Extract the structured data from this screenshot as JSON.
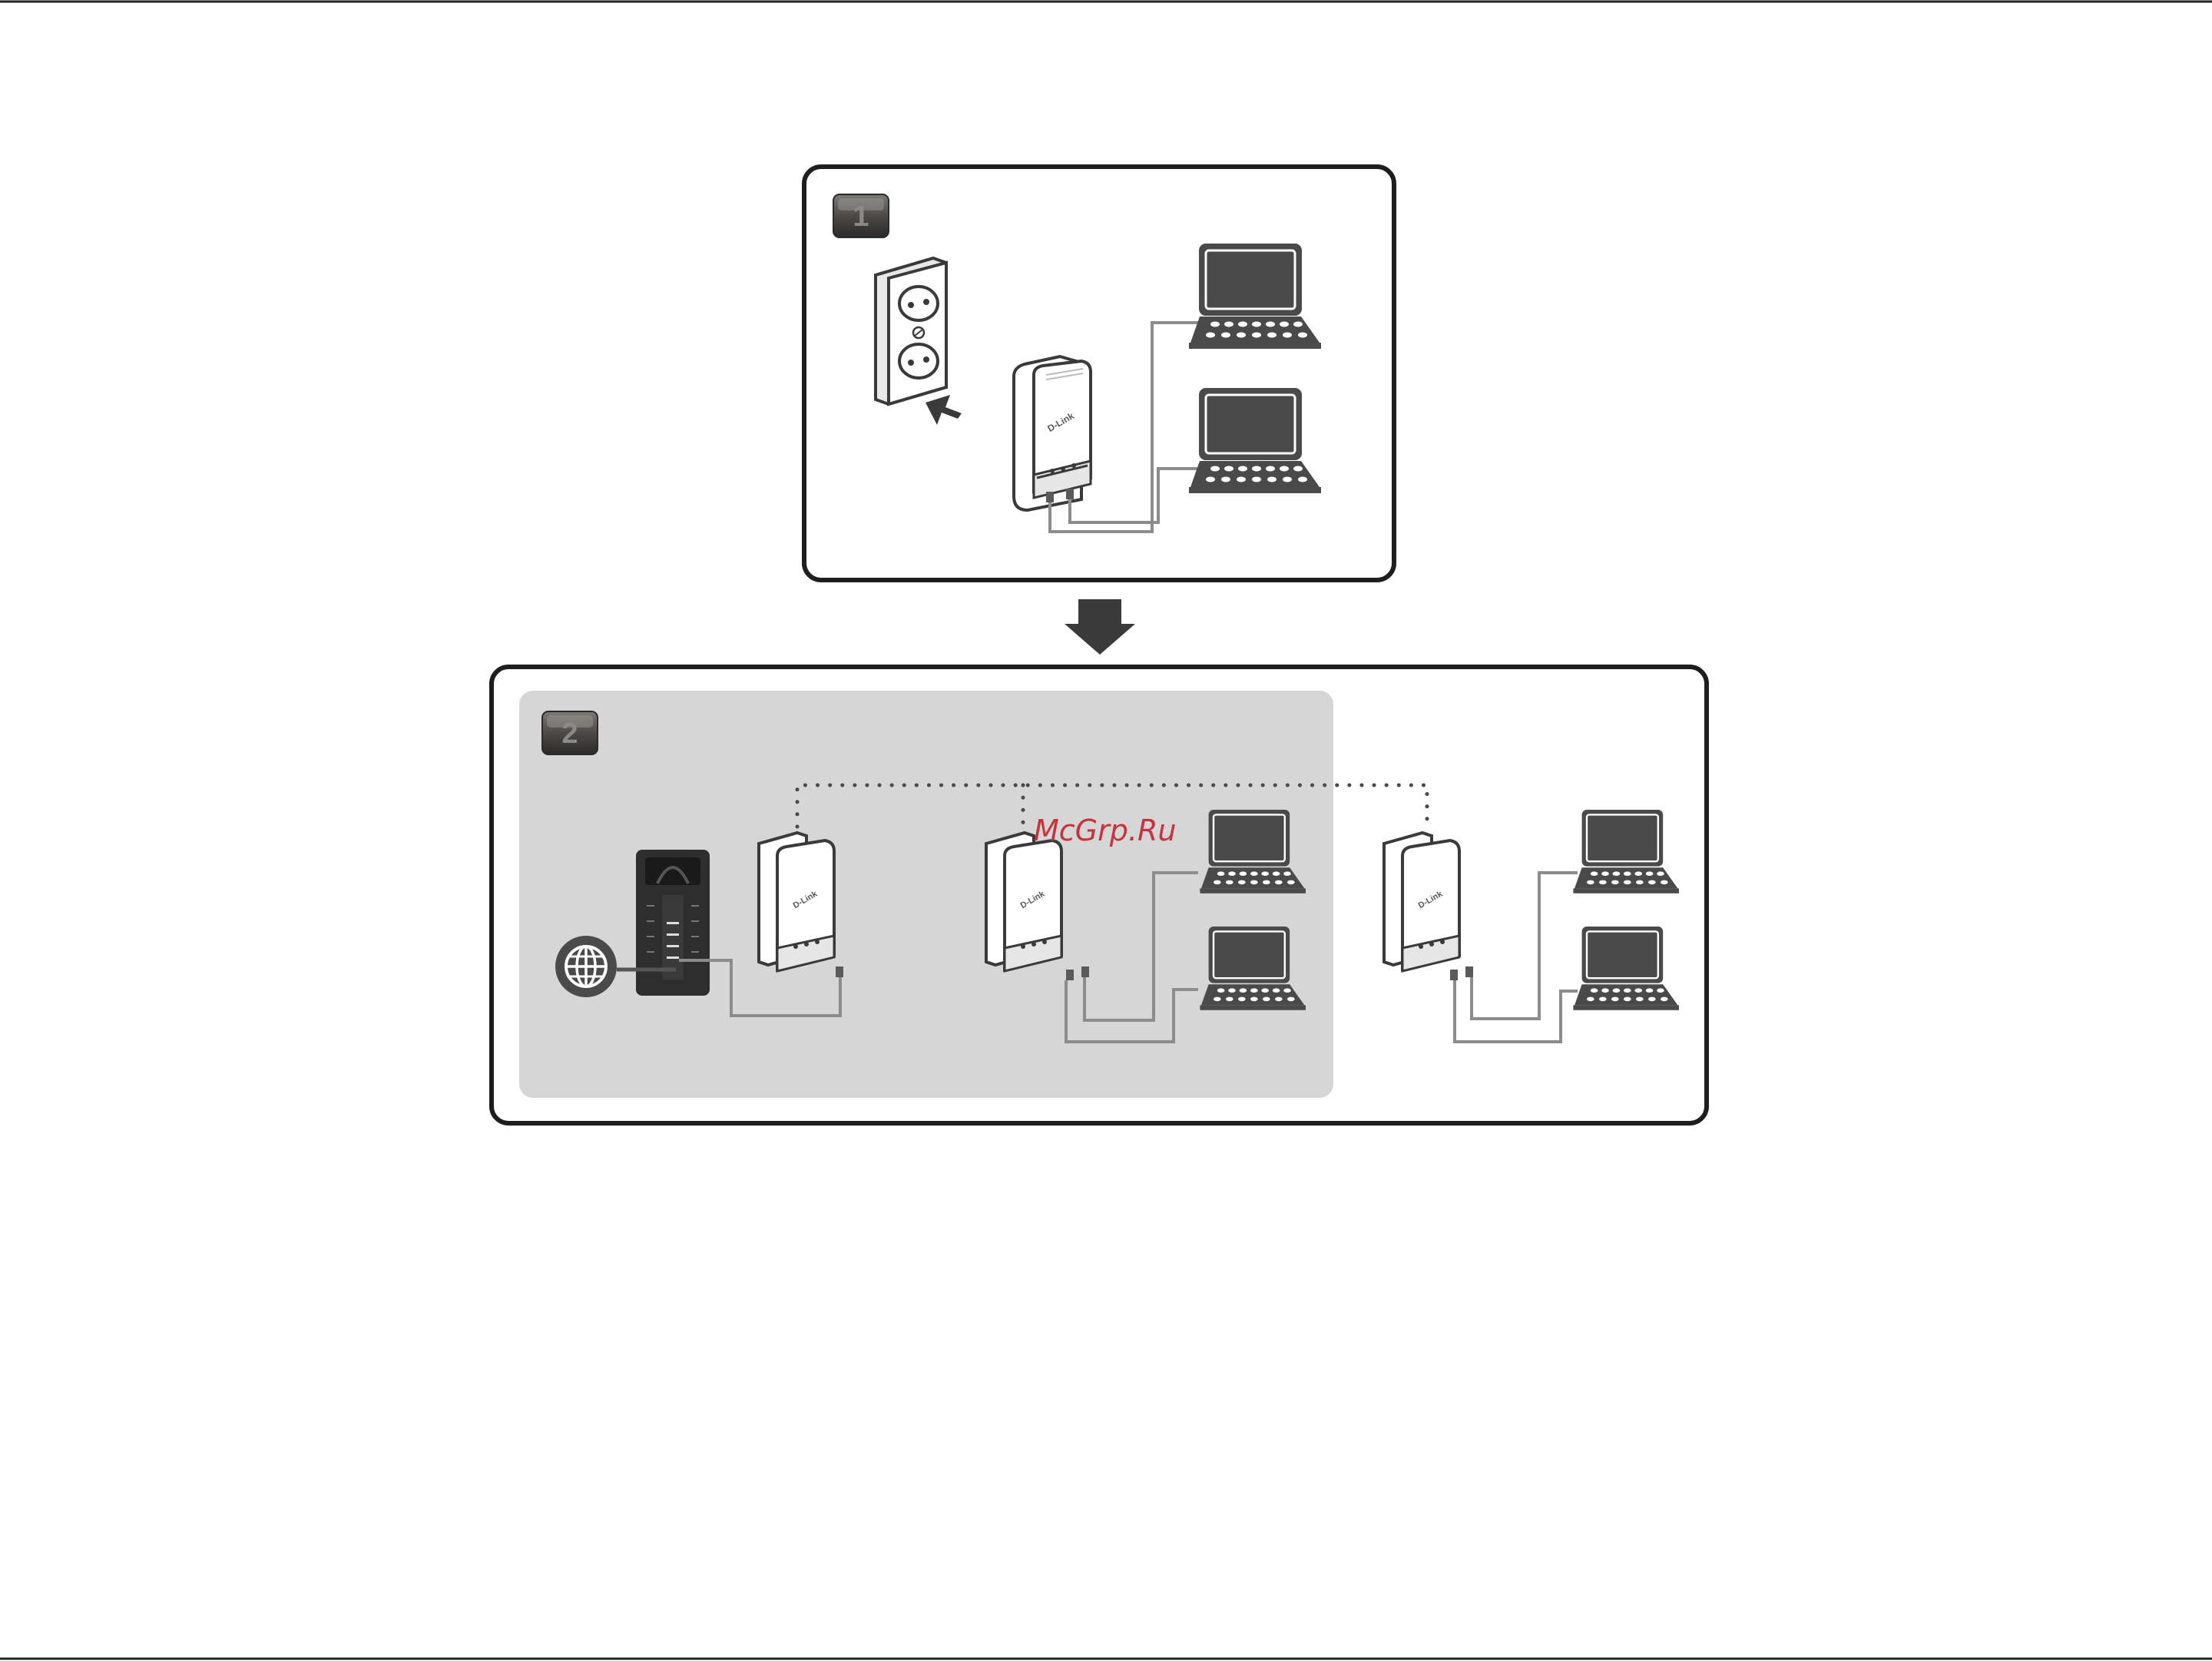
{
  "steps": [
    {
      "number": "1"
    },
    {
      "number": "2"
    }
  ],
  "device": {
    "brand": "D-Link"
  },
  "watermark": "McGrp.Ru",
  "colors": {
    "frame": "#1e1e1e",
    "highlight_area": "#d6d6d6",
    "device_dark": "#4a4a4a",
    "cable": "#8c8c8c",
    "arrow": "#3a3a3a"
  },
  "icons": [
    "wall-outlet-icon",
    "powerline-adapter-icon",
    "laptop-icon",
    "router-icon",
    "globe-icon",
    "down-arrow-icon",
    "insert-arrow-icon"
  ]
}
